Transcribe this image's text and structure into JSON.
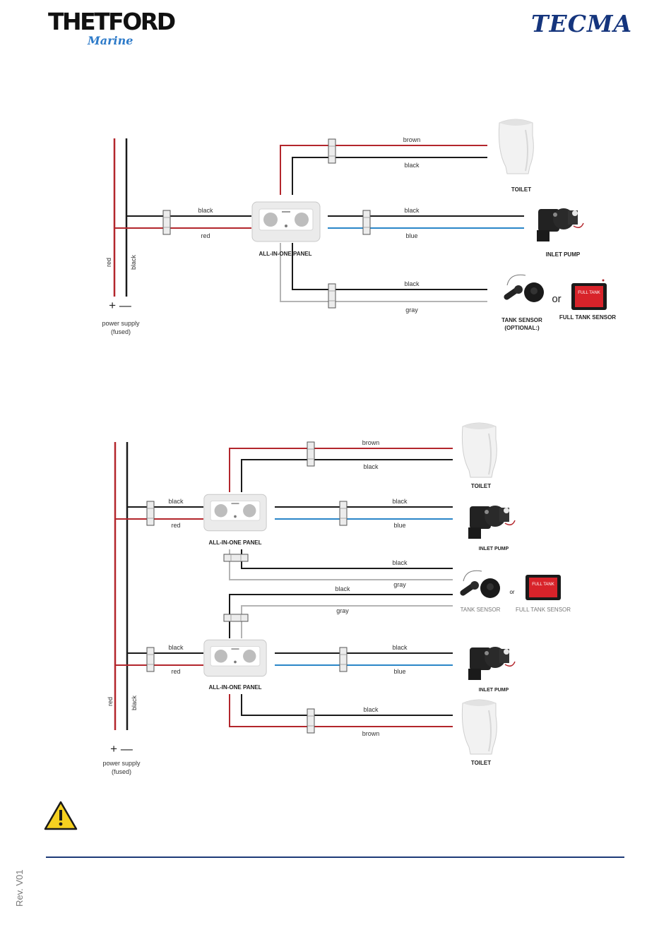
{
  "header": {
    "brand_left": "THETFORD",
    "brand_left_sub": "Marine",
    "brand_right": "TECMA"
  },
  "footer": {
    "revision": "Rev. V01"
  },
  "colors": {
    "red": "#b3262c",
    "black": "#1a1a1a",
    "blue": "#2a86c8",
    "gray": "#b4b4b4",
    "rule": "#1d3b78",
    "warning": "#f5d020"
  },
  "diagram1": {
    "wire_labels": {
      "brown": "brown",
      "black_toilet": "black",
      "black_power": "black",
      "red_power": "red",
      "black_pump": "black",
      "blue_pump": "blue",
      "black_sensor": "black",
      "gray_sensor": "gray",
      "red_vertical": "red",
      "black_vertical": "black"
    },
    "panel_label": "ALL-IN-ONE PANEL",
    "toilet_label": "TOILET",
    "pump_label": "INLET PUMP",
    "tank_sensor_label_1": "TANK SENSOR",
    "tank_sensor_label_2": "(OPTIONAL:)",
    "or_label": "or",
    "full_tank_label": "FULL TANK SENSOR",
    "polarity": "+ —",
    "power_supply_1": "power supply",
    "power_supply_2": "(fused)"
  },
  "diagram2": {
    "wire_labels": {
      "brown_top": "brown",
      "black_top_toilet": "black",
      "black_p1": "black",
      "red_p1": "red",
      "black_pump1": "black",
      "blue_pump1": "blue",
      "black_sensor": "black",
      "gray_sensor": "gray",
      "black_sensor2": "black",
      "gray_sensor2": "gray",
      "black_p2": "black",
      "red_p2": "red",
      "black_pump2": "black",
      "blue_pump2": "blue",
      "black_bottom_toilet": "black",
      "brown_bottom": "brown",
      "red_vertical": "red",
      "black_vertical": "black"
    },
    "panel_label_1": "ALL-IN-ONE PANEL",
    "panel_label_2": "ALL-IN-ONE PANEL",
    "toilet_label_1": "TOILET",
    "toilet_label_2": "TOILET",
    "pump_label_1": "INLET PUMP",
    "pump_label_2": "INLET PUMP",
    "tank_sensor_label": "TANK SENSOR",
    "or_label": "or",
    "full_tank_label": "FULL TANK SENSOR",
    "polarity": "+ —",
    "power_supply_1": "power supply",
    "power_supply_2": "(fused)"
  },
  "sensor_display_text": "FULL TANK",
  "icons": [
    "warning-icon",
    "toilet-icon",
    "pump-icon",
    "tank-sensor-icon",
    "full-tank-sensor-icon",
    "panel-icon",
    "connector-icon"
  ]
}
